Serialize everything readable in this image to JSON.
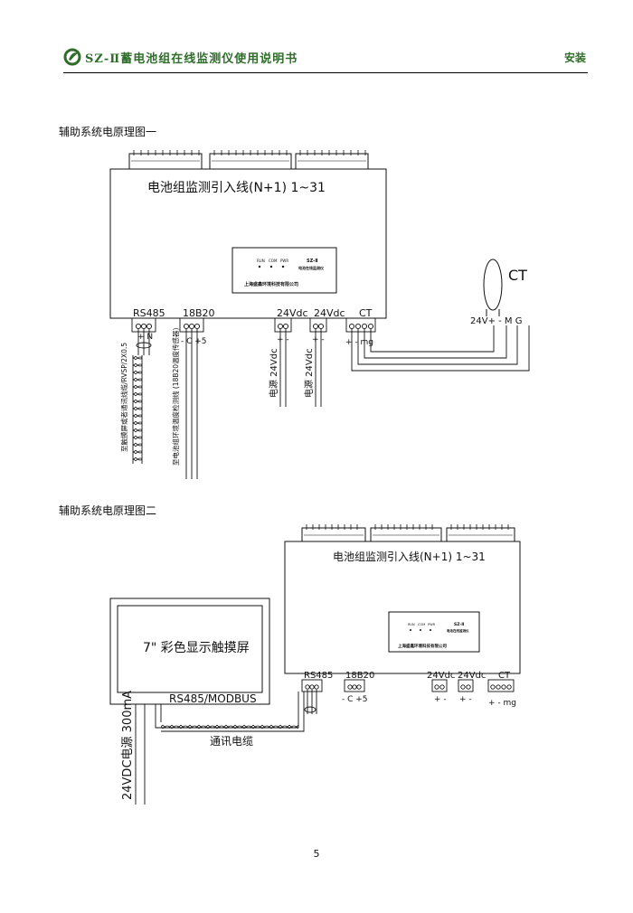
{
  "header": {
    "title": "SZ-Ⅱ蓄电池组在线监测仪使用说明书",
    "section": "安装",
    "logo_icon": "leaf-logo-icon",
    "accent_color": "#2f6e2a"
  },
  "diagram1": {
    "caption": "辅助系统电原理图一",
    "main_label": "电池组监测引入线(N+1) 1~31",
    "panel_model": "SZ-Ⅱ",
    "panel_product": "电池在线监测仪",
    "panel_company": "上海盛鑫环境科技有限公司",
    "led_labels": [
      "RUN",
      "COM",
      "PWR"
    ],
    "ports": {
      "rs485": "RS485",
      "rs485_pins": "+ N",
      "p18b20": "18B20",
      "p18b20_pins": "- C +5",
      "p24v1": "24Vdc",
      "p24v1_pins": "+ -",
      "p24v2": "24Vdc",
      "p24v2_pins": "+ -",
      "ct": "CT",
      "ct_pins": "+ - mg"
    },
    "ct_sensor": "CT",
    "ct_sensor_pins": "24V+ - M G",
    "wire_rs485": "至触摸屏或者通讯线缆/RVSP/2X0.5",
    "wire_18b20": "至电池组环境温度检测线 (18B20温度传感器)",
    "wire_24v1": "电源 24Vdc",
    "wire_24v2": "电源 24Vdc"
  },
  "diagram2": {
    "caption": "辅助系统电原理图二",
    "main_label": "电池组监测引入线(N+1) 1~31",
    "panel_model": "SZ-Ⅱ",
    "panel_product": "电池在线监测仪",
    "panel_company": "上海盛鑫环境科技有限公司",
    "led_labels": [
      "RUN",
      "COM",
      "PWR"
    ],
    "ports": {
      "rs485": "RS485",
      "p18b20": "18B20",
      "p18b20_pins": "- C +5",
      "p24v1": "24Vdc",
      "p24v1_pins": "+ -",
      "p24v2": "24Vdc",
      "p24v2_pins": "+ -",
      "ct": "CT",
      "ct_pins": "+ - mg"
    },
    "touchscreen": "7\" 彩色显示触摸屏",
    "modbus": "RS485/MODBUS",
    "power_label": "24VDC电源 300mA",
    "cable_label": "通讯电缆"
  },
  "footer": {
    "page_number": "5"
  }
}
